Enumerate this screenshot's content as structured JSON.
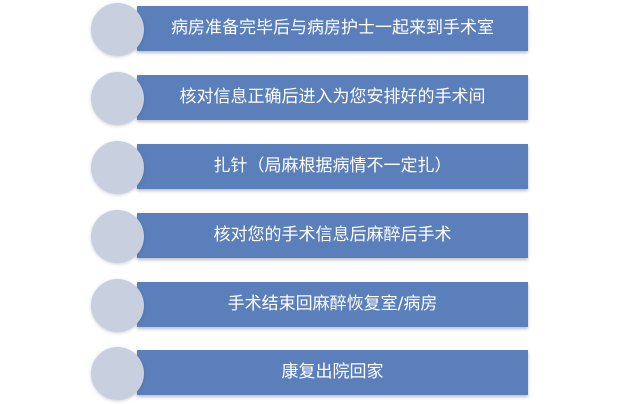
{
  "steps": [
    {
      "text": "病房准备完毕后与病房护士一起来到手术室"
    },
    {
      "text": "核对信息正确后进入为您安排好的手术间"
    },
    {
      "text": "扎针（局麻根据病情不一定扎）"
    },
    {
      "text": "核对您的手术信息后麻醉后手术"
    },
    {
      "text": "手术结束回麻醉恢复室/病房"
    },
    {
      "text": "康复出院回家"
    }
  ],
  "colors": {
    "bar": "#5b7fba",
    "circle": "#c8cfdf",
    "text": "#ffffff"
  }
}
